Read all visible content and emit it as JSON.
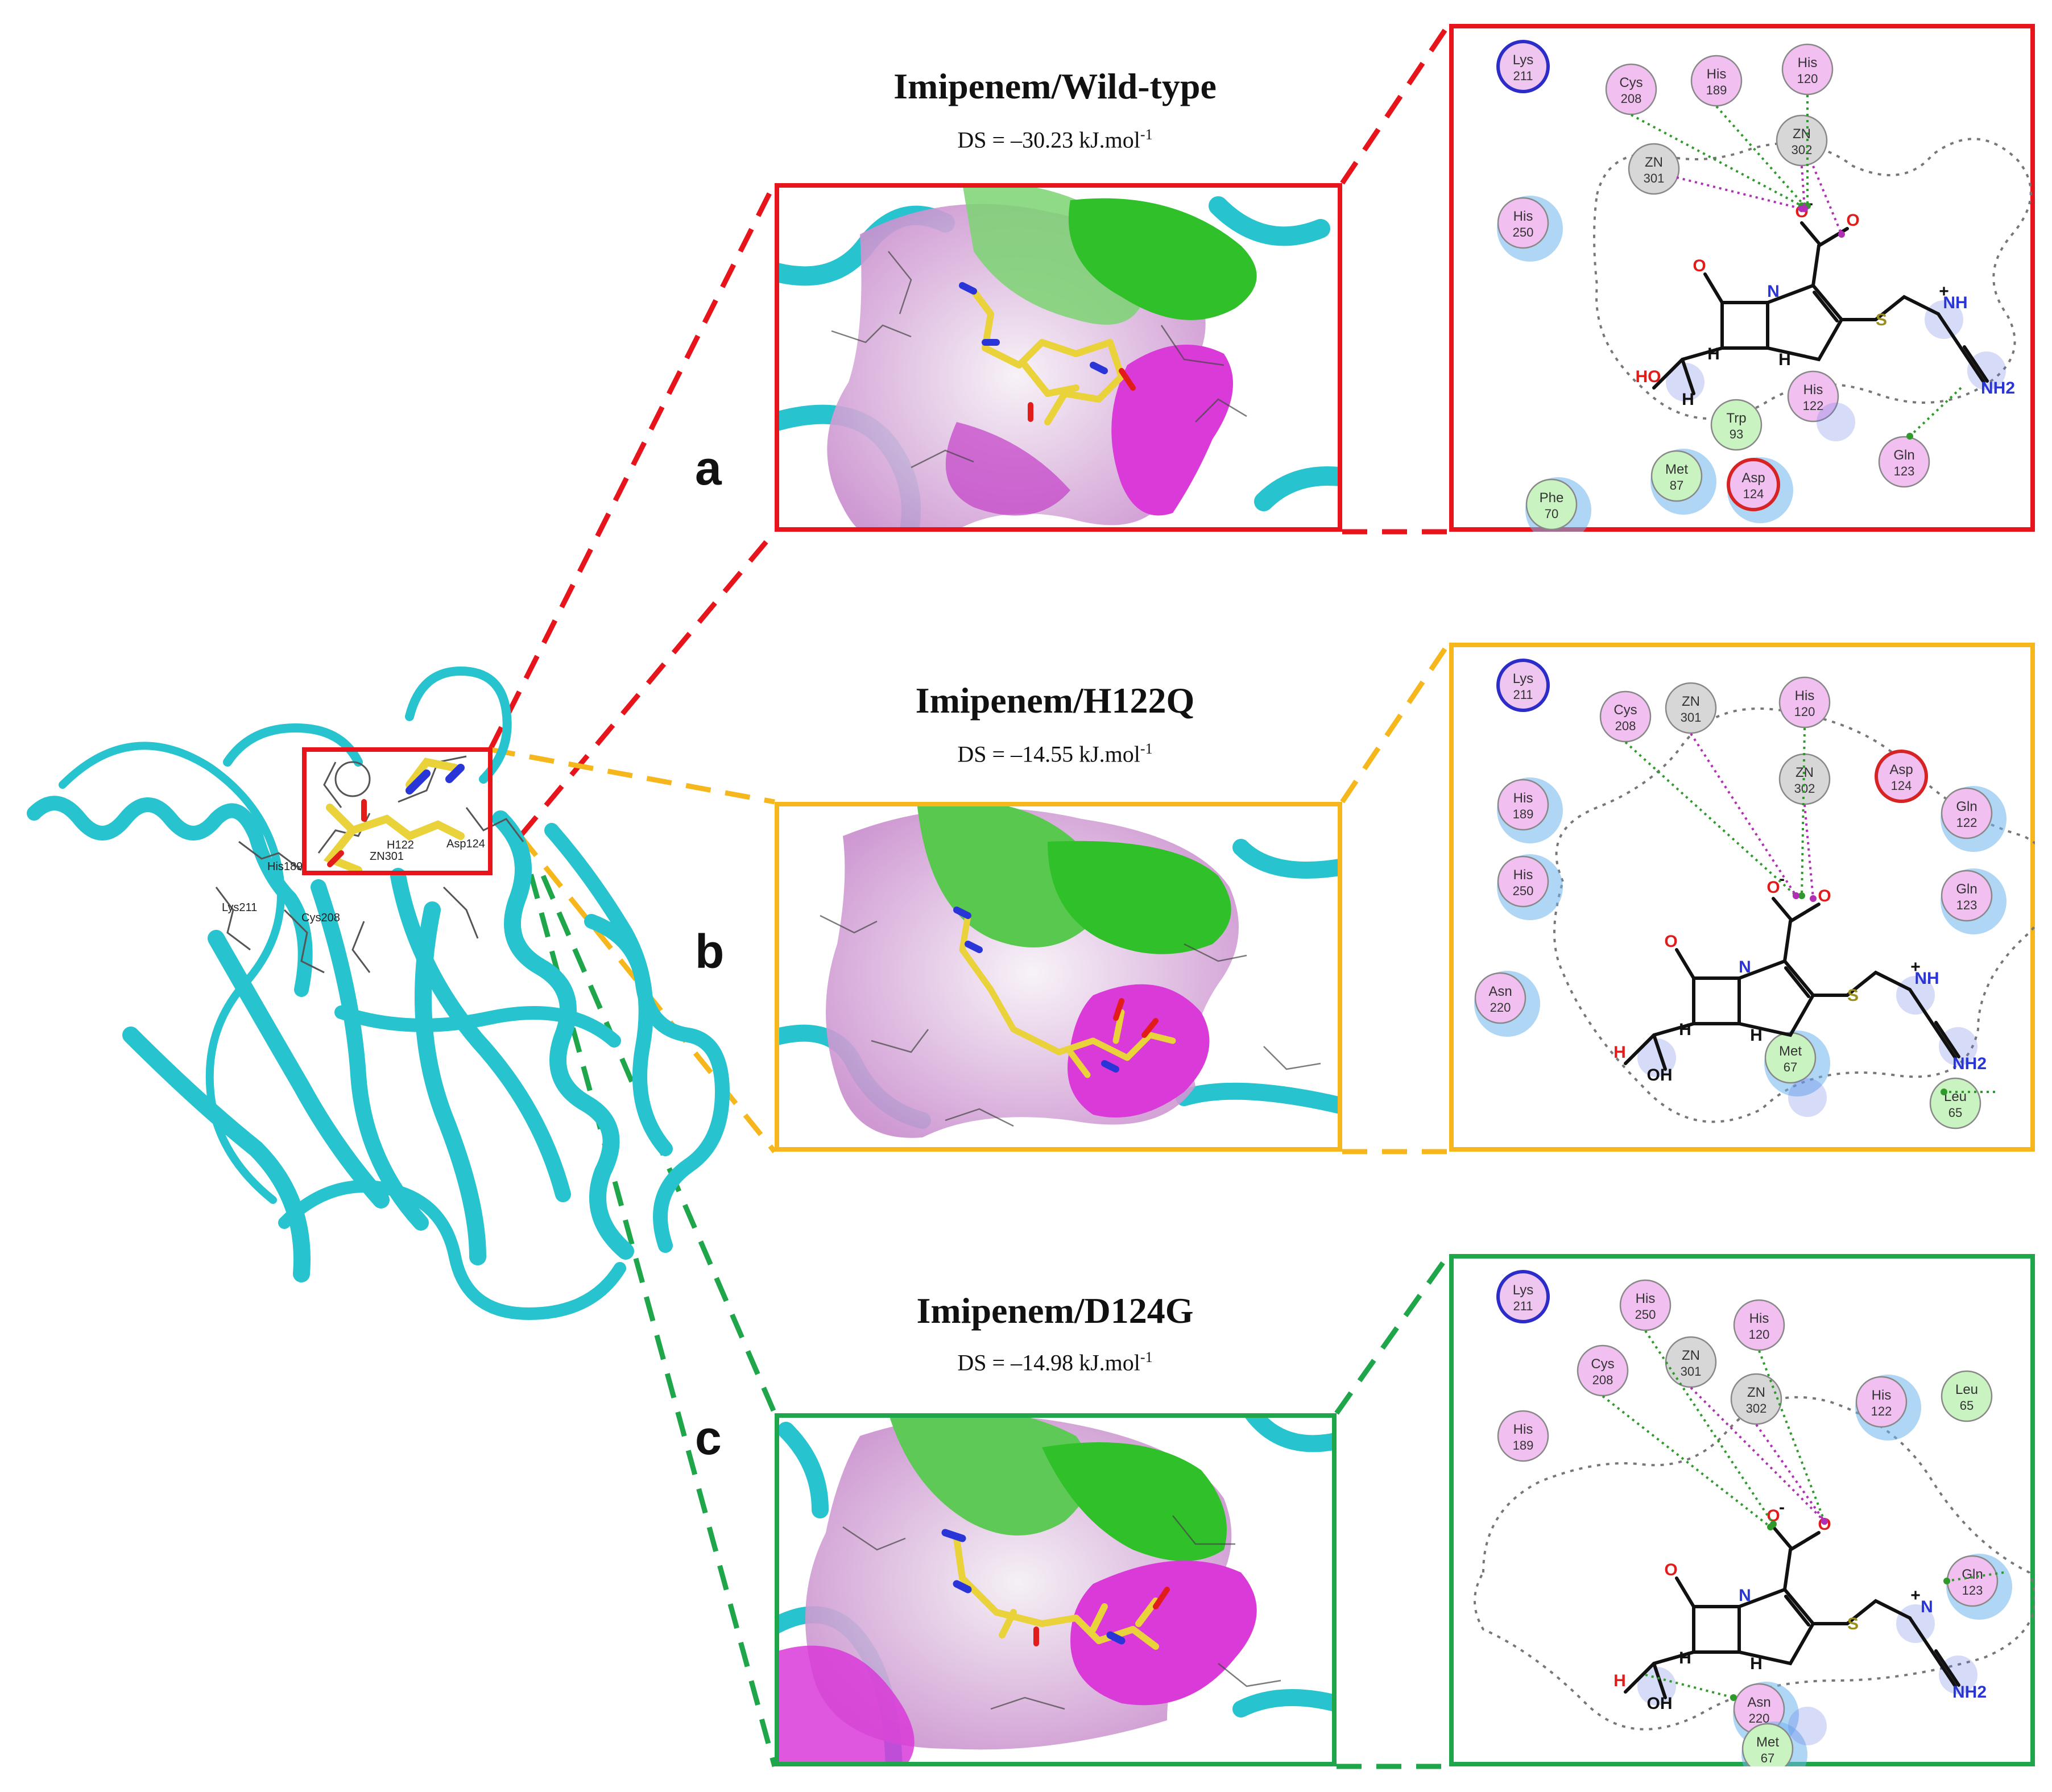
{
  "colors": {
    "red": "#e8141b",
    "yellow": "#f5b71c",
    "green": "#1fa64a",
    "protein": "#27c3cf",
    "ligand": "#ead23a",
    "hbond": "#2f9a2b",
    "metal": "#b12fb5",
    "acidic": "#f1c0f1",
    "basic": "#efc6f0",
    "hydrophobic": "#c9f3c0",
    "metal_ion": "#d7d7d7",
    "exposure": "#2f6fd6"
  },
  "protein_labels": {
    "his189": "His189",
    "his122": "H122",
    "lys211": "Lys211",
    "cys208": "Cys208",
    "asp124": "Asp124",
    "zn": "ZN301"
  },
  "panels": [
    {
      "label": "a",
      "title": "Imipenem/Wild-type",
      "ds": "DS = –30.23 kJ.mol",
      "ds_sup": "-1",
      "residues": [
        {
          "name": "Lys",
          "num": "211",
          "type": "basic",
          "ring": "#2c2cc9"
        },
        {
          "name": "Cys",
          "num": "208",
          "type": "acidic"
        },
        {
          "name": "His",
          "num": "189",
          "type": "acidic"
        },
        {
          "name": "His",
          "num": "120",
          "type": "acidic"
        },
        {
          "name": "ZN",
          "num": "302",
          "type": "metal"
        },
        {
          "name": "ZN",
          "num": "301",
          "type": "metal"
        },
        {
          "name": "His",
          "num": "250",
          "type": "acidic"
        },
        {
          "name": "His",
          "num": "122",
          "type": "acidic"
        },
        {
          "name": "Trp",
          "num": "93",
          "type": "hydrophobic"
        },
        {
          "name": "Met",
          "num": "87",
          "type": "hydrophobic"
        },
        {
          "name": "Asp",
          "num": "124",
          "type": "acidic",
          "ring": "#d62424"
        },
        {
          "name": "Gln",
          "num": "123",
          "type": "acidic"
        },
        {
          "name": "Phe",
          "num": "70",
          "type": "hydrophobic"
        }
      ],
      "atoms": [
        "O",
        "N",
        "S",
        "H",
        "HO",
        "H",
        "H",
        "NH",
        "NH2",
        "O",
        "O",
        "-",
        "+"
      ]
    },
    {
      "label": "b",
      "title": "Imipenem/H122Q",
      "ds": "DS = –14.55 kJ.mol",
      "ds_sup": "-1",
      "residues": [
        {
          "name": "Lys",
          "num": "211",
          "type": "basic",
          "ring": "#2c2cc9"
        },
        {
          "name": "Cys",
          "num": "208",
          "type": "acidic"
        },
        {
          "name": "ZN",
          "num": "301",
          "type": "metal"
        },
        {
          "name": "His",
          "num": "120",
          "type": "acidic"
        },
        {
          "name": "His",
          "num": "189",
          "type": "acidic"
        },
        {
          "name": "ZN",
          "num": "302",
          "type": "metal"
        },
        {
          "name": "Asp",
          "num": "124",
          "type": "acidic",
          "ring": "#d62424"
        },
        {
          "name": "Gln",
          "num": "122",
          "type": "acidic"
        },
        {
          "name": "His",
          "num": "250",
          "type": "acidic"
        },
        {
          "name": "Gln",
          "num": "123",
          "type": "acidic"
        },
        {
          "name": "Asn",
          "num": "220",
          "type": "acidic"
        },
        {
          "name": "Met",
          "num": "67",
          "type": "hydrophobic"
        },
        {
          "name": "Leu",
          "num": "65",
          "type": "hydrophobic"
        }
      ],
      "atoms": [
        "O",
        "N",
        "S",
        "H",
        "H",
        "OH",
        "H",
        "NH",
        "NH2",
        "O",
        "O",
        "-",
        "+"
      ]
    },
    {
      "label": "c",
      "title": "Imipenem/D124G",
      "ds": "DS = –14.98 kJ.mol",
      "ds_sup": "-1",
      "residues": [
        {
          "name": "Lys",
          "num": "211",
          "type": "basic",
          "ring": "#2c2cc9"
        },
        {
          "name": "His",
          "num": "250",
          "type": "acidic"
        },
        {
          "name": "His",
          "num": "120",
          "type": "acidic"
        },
        {
          "name": "ZN",
          "num": "301",
          "type": "metal"
        },
        {
          "name": "Cys",
          "num": "208",
          "type": "acidic"
        },
        {
          "name": "ZN",
          "num": "302",
          "type": "metal"
        },
        {
          "name": "His",
          "num": "189",
          "type": "acidic"
        },
        {
          "name": "His",
          "num": "122",
          "type": "acidic"
        },
        {
          "name": "Leu",
          "num": "65",
          "type": "hydrophobic"
        },
        {
          "name": "Gln",
          "num": "123",
          "type": "acidic"
        },
        {
          "name": "Asn",
          "num": "220",
          "type": "acidic"
        },
        {
          "name": "Met",
          "num": "67",
          "type": "hydrophobic"
        }
      ],
      "atoms": [
        "O",
        "N",
        "S",
        "H",
        "H",
        "OH",
        "H",
        "N",
        "NH2",
        "O",
        "O",
        "-",
        "+"
      ]
    }
  ]
}
